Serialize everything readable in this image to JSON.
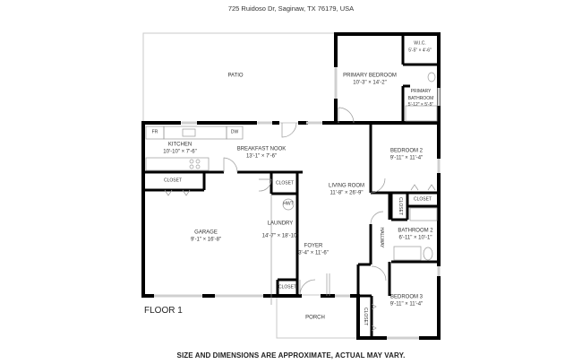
{
  "header": {
    "address": "725 Ruidoso Dr, Saginaw, TX 76179, USA"
  },
  "floor_label": "FLOOR 1",
  "disclaimer": "SIZE AND DIMENSIONS ARE APPROXIMATE, ACTUAL MAY VARY.",
  "rooms": {
    "patio": {
      "name": "PATIO"
    },
    "primary_bedroom": {
      "name": "PRIMARY BEDROOM",
      "dims": "10'-3\" × 14'-2\""
    },
    "wic": {
      "name": "W.I.C.",
      "dims": "5'-5\" × 4'-6\""
    },
    "primary_bathroom": {
      "name1": "PRIMARY",
      "name2": "BATHROOM",
      "dims": "5'-12\" × 5'-5\""
    },
    "kitchen": {
      "name": "KITCHEN",
      "dims": "10'-10\" × 7'-6\""
    },
    "breakfast_nook": {
      "name": "BREAKFAST NOOK",
      "dims": "13'-1\" × 7'-6\""
    },
    "living_room": {
      "name": "LIVING ROOM",
      "dims": "11'-8\" × 26'-9\""
    },
    "bedroom2": {
      "name": "BEDROOM 2",
      "dims": "9'-11\" × 11'-4\""
    },
    "bathroom2": {
      "name": "BATHROOM 2",
      "dims": "6'-11\" × 10'-1\""
    },
    "bedroom3": {
      "name": "BEDROOM 3",
      "dims": "9'-11\" × 11'-4\""
    },
    "garage": {
      "name": "GARAGE",
      "dims": "9'-1\" × 16'-8\""
    },
    "laundry": {
      "name": "LAUNDRY",
      "dims": "14'-7\" × 18'-10\""
    },
    "foyer": {
      "name": "FOYER",
      "dims": "3'-4\" × 11'-6\""
    },
    "porch": {
      "name": "PORCH"
    },
    "hallway": {
      "name": "HALLWAY"
    },
    "closet_garage": {
      "name": "CLOSET"
    },
    "closet_laundry": {
      "name": "CLOSET"
    },
    "closet_foyer": {
      "name": "CLOSET"
    },
    "closet_bed2": {
      "name": "CLOSET"
    },
    "closet_hall": {
      "name": "CLOSET"
    },
    "closet_bed3": {
      "name": "CLOSET"
    }
  },
  "fixtures": {
    "fridge": "FR",
    "dishwasher": "DW",
    "water_heater": "HWT"
  },
  "colors": {
    "wall": "#000000",
    "thin_line": "#bbbbbb",
    "window": "#d8d8d8"
  }
}
